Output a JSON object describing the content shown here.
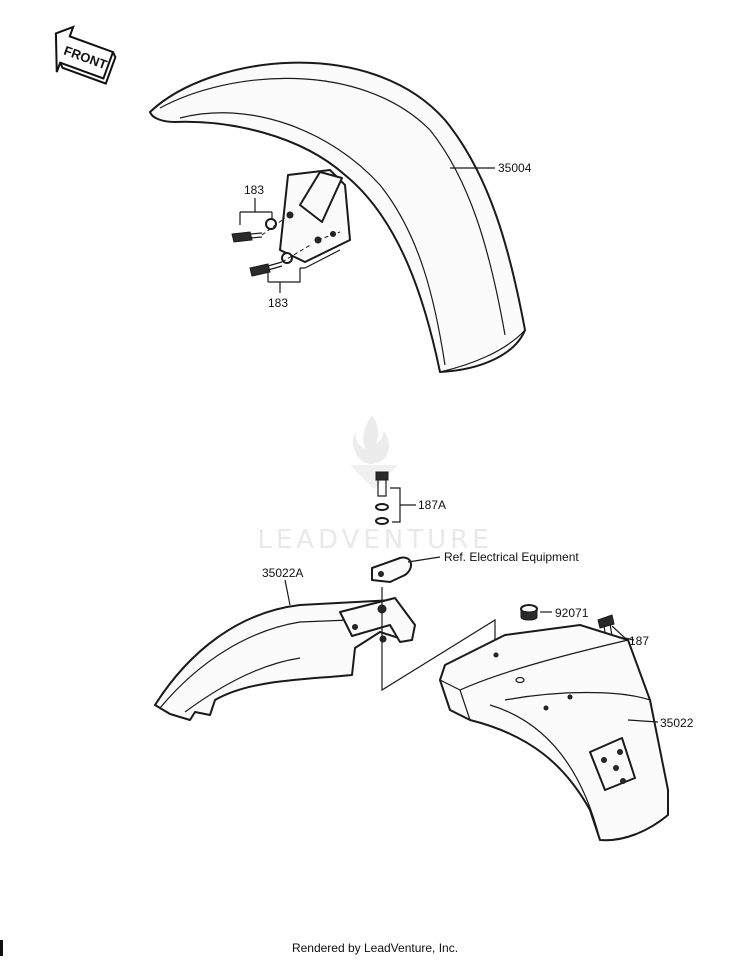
{
  "front_label": "FRONT",
  "watermark": "LEADVENTURE",
  "callouts": {
    "front_fender": "35004",
    "bolt_upper": "183",
    "bolt_lower": "183",
    "rear_bolt": "187A",
    "ref_electrical": "Ref. Electrical Equipment",
    "rear_inner": "35022A",
    "grommet": "92071",
    "plate_bolt": "187",
    "rear_fender": "35022"
  },
  "footer": "Rendered by LeadVenture, Inc."
}
